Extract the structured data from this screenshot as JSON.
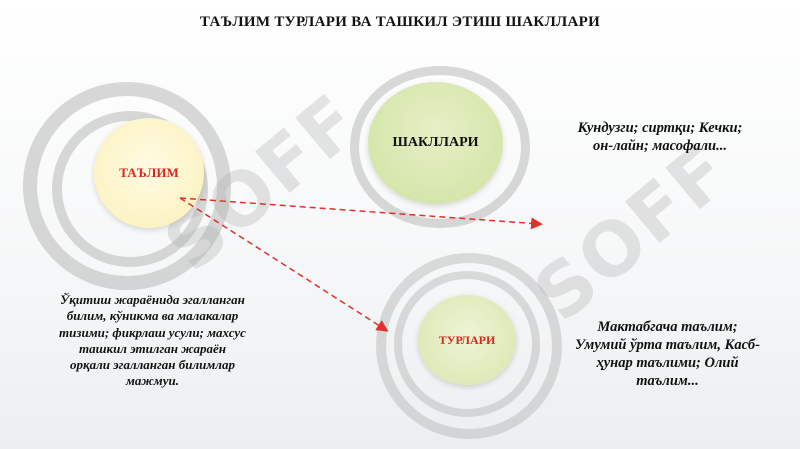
{
  "title": "ТАЪЛИМ ТУРЛАРИ ВА ТАШКИЛ ЭТИШ ШАКЛЛАРИ",
  "nodes": {
    "talim": {
      "label": "ТАЪЛИМ",
      "color": "#d9261c"
    },
    "shakllari": {
      "label": "ШАКЛЛАРИ",
      "color": "#111111"
    },
    "turlari": {
      "label": "ТУРЛАРИ",
      "color": "#d9261c"
    }
  },
  "notes": {
    "shakllari_list": [
      "Кундузги; сиртқи; Кечки;",
      "он-лайн; масофали..."
    ],
    "talim_definition": [
      "Ўқитиш жараёнида эгалланган",
      "билим, кўникма ва малакалар",
      "тизими; фикрлаш усули; махсус",
      "ташкил этилган жараён",
      "орқали эгалланган билимлар",
      "мажмуи."
    ],
    "turlari_list": [
      "Мактабгача таълим;",
      "Умумий ўрта таълим, Касб-",
      "ҳунар таълими; Олий",
      "таълим..."
    ]
  },
  "watermark": {
    "text": "SOFF"
  },
  "colors": {
    "arrow": "#e0312a",
    "talim_fill": "#fbf3c2",
    "green_fill": "#d8e8ad",
    "ring_gray": "#cfcfcf"
  }
}
